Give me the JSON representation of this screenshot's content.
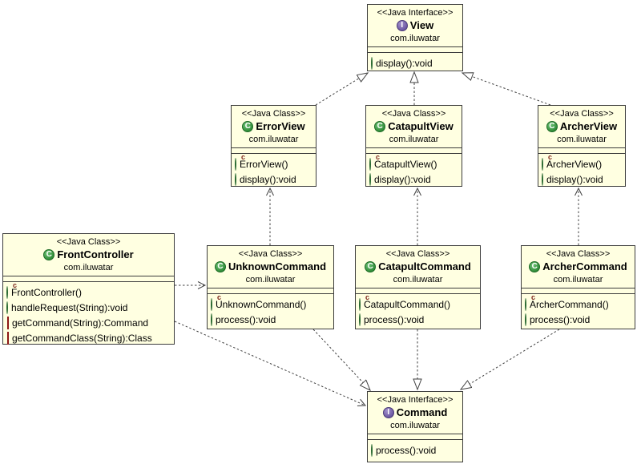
{
  "colors": {
    "box_fill": "#FFFFE1",
    "box_border": "#3c3c3c",
    "class_icon_green": "#2e8b36",
    "interface_icon_purple": "#6a55a0",
    "public_method_green": "#3d9145",
    "private_method_red": "#ec8383",
    "constructor_marker_red": "#7b1f14",
    "arrow_line": "#3f3f3f"
  },
  "icons": {
    "class_letter": "C",
    "interface_letter": "I",
    "constructor_marker": "c"
  },
  "diagram": {
    "classes": [
      {
        "id": "view",
        "stereotype": "<<Java Interface>>",
        "kind": "interface",
        "name": "View",
        "package": "com.iluwatar",
        "members": [
          {
            "icon": "public-method-icon",
            "label": "display():void"
          }
        ]
      },
      {
        "id": "error-view",
        "stereotype": "<<Java Class>>",
        "kind": "class",
        "name": "ErrorView",
        "package": "com.iluwatar",
        "members": [
          {
            "icon": "constructor-icon",
            "label": "ErrorView()"
          },
          {
            "icon": "public-method-icon",
            "label": "display():void"
          }
        ]
      },
      {
        "id": "catapult-view",
        "stereotype": "<<Java Class>>",
        "kind": "class",
        "name": "CatapultView",
        "package": "com.iluwatar",
        "members": [
          {
            "icon": "constructor-icon",
            "label": "CatapultView()"
          },
          {
            "icon": "public-method-icon",
            "label": "display():void"
          }
        ]
      },
      {
        "id": "archer-view",
        "stereotype": "<<Java Class>>",
        "kind": "class",
        "name": "ArcherView",
        "package": "com.iluwatar",
        "members": [
          {
            "icon": "constructor-icon",
            "label": "ArcherView()"
          },
          {
            "icon": "public-method-icon",
            "label": "display():void"
          }
        ]
      },
      {
        "id": "front-controller",
        "stereotype": "<<Java Class>>",
        "kind": "class",
        "name": "FrontController",
        "package": "com.iluwatar",
        "members": [
          {
            "icon": "constructor-icon",
            "label": "FrontController()"
          },
          {
            "icon": "public-method-icon",
            "label": "handleRequest(String):void"
          },
          {
            "icon": "private-method-icon",
            "label": "getCommand(String):Command"
          },
          {
            "icon": "private-method-icon",
            "label": "getCommandClass(String):Class"
          }
        ]
      },
      {
        "id": "unknown-command",
        "stereotype": "<<Java Class>>",
        "kind": "class",
        "name": "UnknownCommand",
        "package": "com.iluwatar",
        "members": [
          {
            "icon": "constructor-icon",
            "label": "UnknownCommand()"
          },
          {
            "icon": "public-method-icon",
            "label": "process():void"
          }
        ]
      },
      {
        "id": "catapult-command",
        "stereotype": "<<Java Class>>",
        "kind": "class",
        "name": "CatapultCommand",
        "package": "com.iluwatar",
        "members": [
          {
            "icon": "constructor-icon",
            "label": "CatapultCommand()"
          },
          {
            "icon": "public-method-icon",
            "label": "process():void"
          }
        ]
      },
      {
        "id": "archer-command",
        "stereotype": "<<Java Class>>",
        "kind": "class",
        "name": "ArcherCommand",
        "package": "com.iluwatar",
        "members": [
          {
            "icon": "constructor-icon",
            "label": "ArcherCommand()"
          },
          {
            "icon": "public-method-icon",
            "label": "process():void"
          }
        ]
      },
      {
        "id": "command",
        "stereotype": "<<Java Interface>>",
        "kind": "interface",
        "name": "Command",
        "package": "com.iluwatar",
        "members": [
          {
            "icon": "public-method-icon",
            "label": "process():void"
          }
        ]
      }
    ],
    "relations": [
      {
        "from": "ErrorView",
        "to": "View",
        "type": "realization"
      },
      {
        "from": "CatapultView",
        "to": "View",
        "type": "realization"
      },
      {
        "from": "ArcherView",
        "to": "View",
        "type": "realization"
      },
      {
        "from": "UnknownCommand",
        "to": "ErrorView",
        "type": "dependency"
      },
      {
        "from": "CatapultCommand",
        "to": "CatapultView",
        "type": "dependency"
      },
      {
        "from": "ArcherCommand",
        "to": "ArcherView",
        "type": "dependency"
      },
      {
        "from": "FrontController",
        "to": "UnknownCommand",
        "type": "dependency"
      },
      {
        "from": "FrontController",
        "to": "Command",
        "type": "dependency"
      },
      {
        "from": "UnknownCommand",
        "to": "Command",
        "type": "realization"
      },
      {
        "from": "CatapultCommand",
        "to": "Command",
        "type": "realization"
      },
      {
        "from": "ArcherCommand",
        "to": "Command",
        "type": "realization"
      }
    ]
  }
}
